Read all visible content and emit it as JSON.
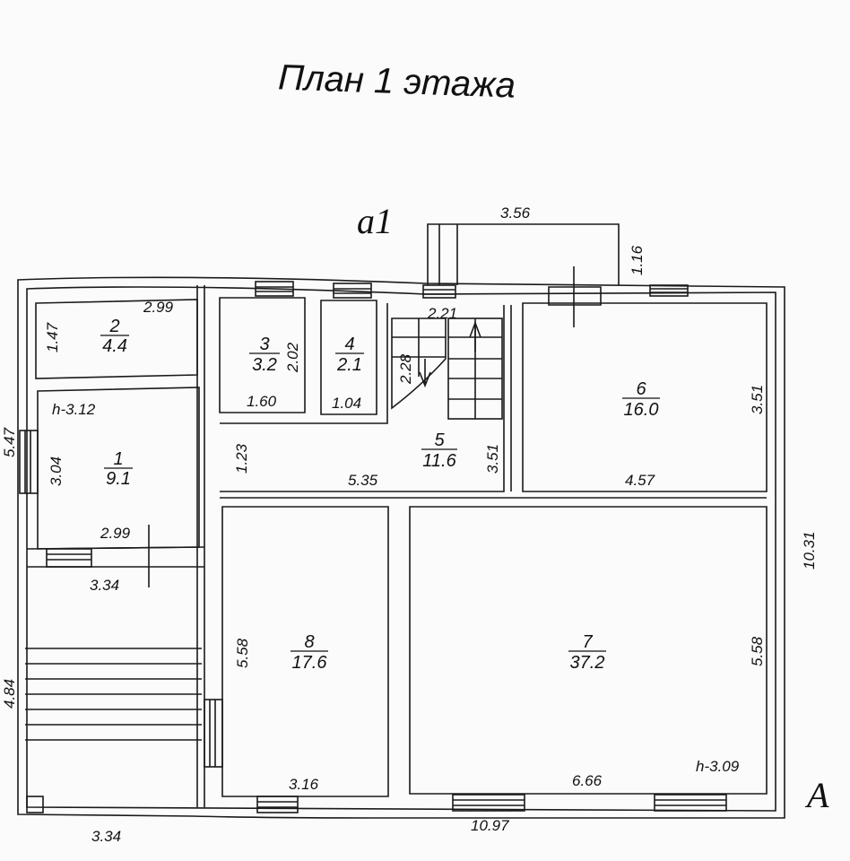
{
  "title": "План 1 этажа",
  "axes": {
    "porch": "a1",
    "main": "A"
  },
  "rooms": [
    {
      "number": "1",
      "area": "9.1",
      "height": "h-3.12",
      "dims": [
        "3.04",
        "2.99"
      ]
    },
    {
      "number": "2",
      "area": "4.4",
      "dims": [
        "1.47",
        "2.99"
      ]
    },
    {
      "number": "3",
      "area": "3.2",
      "dims": [
        "2.02",
        "1.60"
      ]
    },
    {
      "number": "4",
      "area": "2.1",
      "dims": [
        "1.04"
      ]
    },
    {
      "number": "5",
      "area": "11.6",
      "dims": [
        "1.23",
        "5.35",
        "3.51",
        "2.21",
        "2.28"
      ]
    },
    {
      "number": "6",
      "area": "16.0",
      "dims": [
        "3.51",
        "4.57"
      ]
    },
    {
      "number": "7",
      "area": "37.2",
      "height": "h-3.09",
      "dims": [
        "5.58",
        "6.66"
      ]
    },
    {
      "number": "8",
      "area": "17.6",
      "dims": [
        "5.58",
        "3.16"
      ]
    }
  ],
  "outer_dims": {
    "porch_width": "3.56",
    "porch_depth": "1.16",
    "left_upper": "5.47",
    "left_lower": "4.84",
    "left_width_mid": "3.34",
    "left_width_bottom": "3.34",
    "bottom_total": "10.97",
    "right_total": "10.31"
  }
}
